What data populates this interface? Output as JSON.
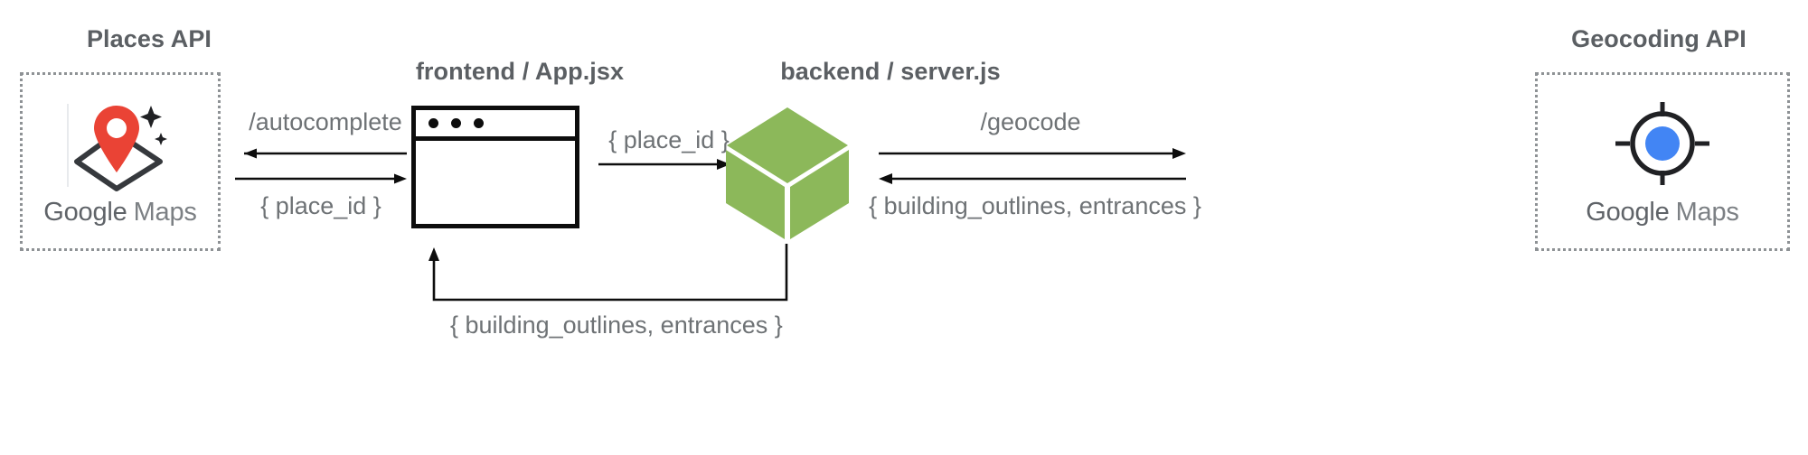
{
  "diagram": {
    "title_bar_dots": 3,
    "colors": {
      "cube_green": "#8cb85a",
      "pin_red": "#ea4335",
      "geo_blue": "#4285f4",
      "stroke_dark": "#202124",
      "label_gray": "#6e7275",
      "title_gray": "#5b5f63",
      "dotted_border": "#8e9295"
    }
  },
  "nodes": {
    "places_api": {
      "title": "Places API",
      "icon": "google-maps-pin-icon",
      "wordmark_primary": "Google",
      "wordmark_secondary": "Maps"
    },
    "frontend": {
      "title": "frontend / App.jsx",
      "icon": "browser-window-icon"
    },
    "backend": {
      "title": "backend / server.js",
      "icon": "green-cube-icon"
    },
    "geocoding_api": {
      "title": "Geocoding API",
      "icon": "google-maps-crosshair-icon",
      "wordmark_primary": "Google",
      "wordmark_secondary": "Maps"
    }
  },
  "edges": {
    "autocomplete_request": {
      "label": "/autocomplete",
      "direction": "frontend-to-places"
    },
    "place_id_response": {
      "label": "{ place_id }",
      "direction": "places-to-frontend"
    },
    "place_id_forward": {
      "label": "{ place_id }",
      "direction": "frontend-to-backend"
    },
    "geocode_request": {
      "label": "/geocode",
      "direction": "backend-to-geocoding"
    },
    "geocode_response": {
      "label": "{ building_outlines, entrances }",
      "direction": "geocoding-to-backend"
    },
    "backend_to_frontend": {
      "label": "{ building_outlines, entrances }",
      "direction": "backend-to-frontend"
    }
  }
}
